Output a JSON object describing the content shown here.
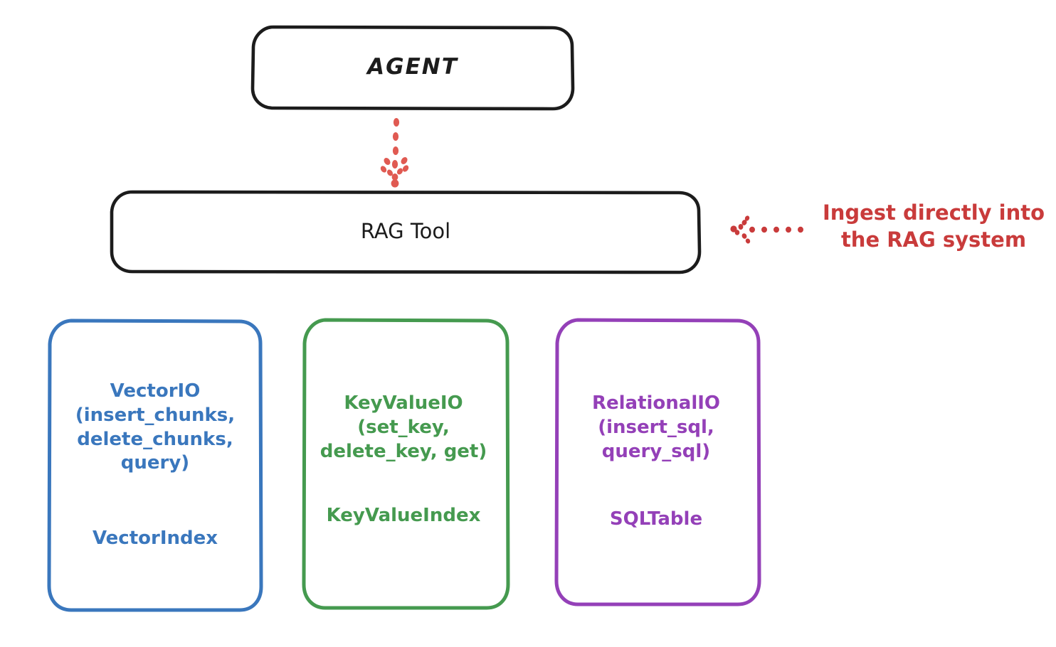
{
  "diagram": {
    "title": "RAG Tool architecture diagram",
    "background": "#ffffff",
    "style": "hand-drawn sketch"
  },
  "colors": {
    "outline_black": "#1c1c1c",
    "annotation_red": "#c93b3b",
    "vector_blue": "#3a77bd",
    "keyvalue_green": "#459a4f",
    "relational_purple": "#9440b8"
  },
  "nodes": {
    "agent": {
      "label": "AGENT",
      "color": "#1c1c1c"
    },
    "rag_tool": {
      "label": "RAG Tool",
      "color": "#1c1c1c"
    },
    "vector_io": {
      "label": "VectorIO\n(insert_chunks,\ndelete_chunks,\nquery)",
      "sub_label": "VectorIndex",
      "color": "#3a77bd"
    },
    "key_value_io": {
      "label": "KeyValueIO\n(set_key,\ndelete_key, get)",
      "sub_label": "KeyValueIndex",
      "color": "#459a4f"
    },
    "relational_io": {
      "label": "RelationalIO\n(insert_sql,\nquery_sql)",
      "sub_label": "SQLTable",
      "color": "#9440b8"
    }
  },
  "annotations": {
    "ingest_note": {
      "text": "Ingest directly into\nthe RAG system",
      "color": "#c93b3b"
    }
  },
  "connectors": [
    {
      "name": "agent-to-ragtool",
      "from": "agent",
      "to": "rag_tool",
      "style": "dotted",
      "direction": "down",
      "color": "#e05a52"
    },
    {
      "name": "ingest-note-to-ragtool",
      "from": "ingest_note",
      "to": "rag_tool",
      "style": "dotted",
      "direction": "left",
      "color": "#c93b3b"
    }
  ]
}
